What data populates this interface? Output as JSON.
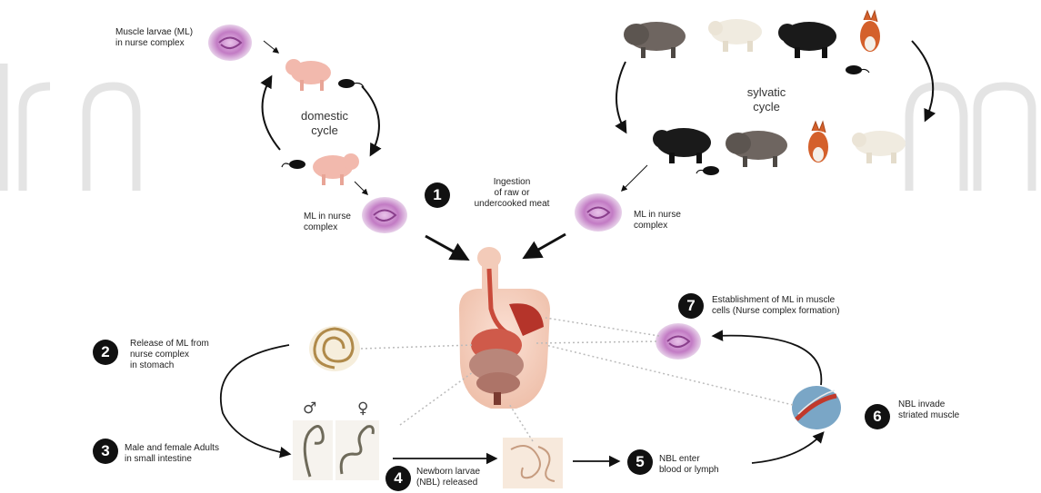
{
  "diagram": {
    "labels": {
      "muscle_larvae": "Muscle larvae  (ML)\nin nurse complex",
      "domestic_cycle": "domestic\ncycle",
      "sylvatic_cycle": "sylvatic\ncycle",
      "ml_left": "ML in nurse\ncomplex",
      "ml_right": "ML in nurse\ncomplex",
      "ingestion": "Ingestion\nof raw or\nundercooked meat"
    },
    "steps": [
      {
        "num": "1",
        "text": ""
      },
      {
        "num": "2",
        "text": "Release of ML from\nnurse complex\nin stomach"
      },
      {
        "num": "3",
        "text": "Male and female Adults\nin small intestine"
      },
      {
        "num": "4",
        "text": "Newborn larvae\n(NBL) released"
      },
      {
        "num": "5",
        "text": "NBL enter\nblood or lymph"
      },
      {
        "num": "6",
        "text": "NBL invade\nstriated muscle"
      },
      {
        "num": "7",
        "text": "Establishment of ML in muscle\ncells (Nurse complex formation)"
      }
    ],
    "symbols": {
      "male": "♂",
      "female": "♀"
    },
    "colors": {
      "cyst": "#c878c8",
      "watermark": "#e6e6e6",
      "arrow": "#111111",
      "dotted": "#bbbbbb",
      "badge": "#111111"
    }
  }
}
